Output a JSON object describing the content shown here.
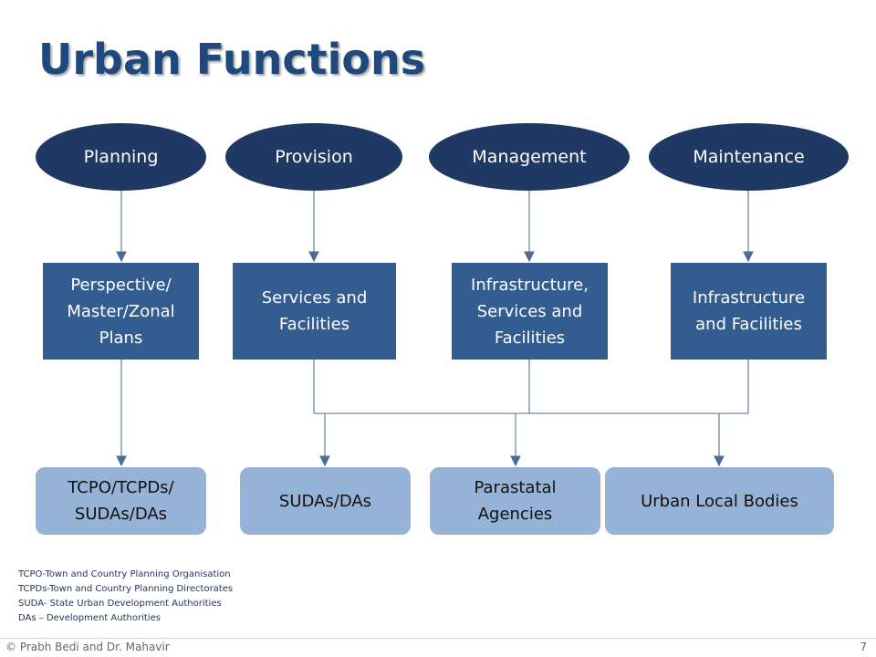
{
  "title": "Urban Functions",
  "functions": [
    {
      "label": "Planning"
    },
    {
      "label": "Provision"
    },
    {
      "label": "Management"
    },
    {
      "label": "Maintenance"
    }
  ],
  "scopes": [
    {
      "label": "Perspective/\nMaster/Zonal\nPlans"
    },
    {
      "label": "Services and\nFacilities"
    },
    {
      "label": "Infrastructure,\nServices and\nFacilities"
    },
    {
      "label": "Infrastructure\nand Facilities"
    }
  ],
  "agencies": [
    {
      "label": "TCPO/TCPDs/\nSUDAs/DAs"
    },
    {
      "label": "SUDAs/DAs"
    },
    {
      "label": "Parastatal\nAgencies"
    },
    {
      "label": "Urban Local Bodies"
    }
  ],
  "abbreviations": [
    "TCPO-Town and Country Planning Organisation",
    "TCPDs-Town and Country Planning Directorates",
    "SUDA- State Urban Development Authorities",
    "DAs – Development Authorities"
  ],
  "footer": {
    "credit": "© Prabh Bedi and Dr. Mahavir",
    "page_number": "7"
  },
  "colors": {
    "title": "#1f497d",
    "oval": "#1f3864",
    "box": "#335d91",
    "agency": "#95b3d7",
    "connector": "#7f7f7f"
  }
}
